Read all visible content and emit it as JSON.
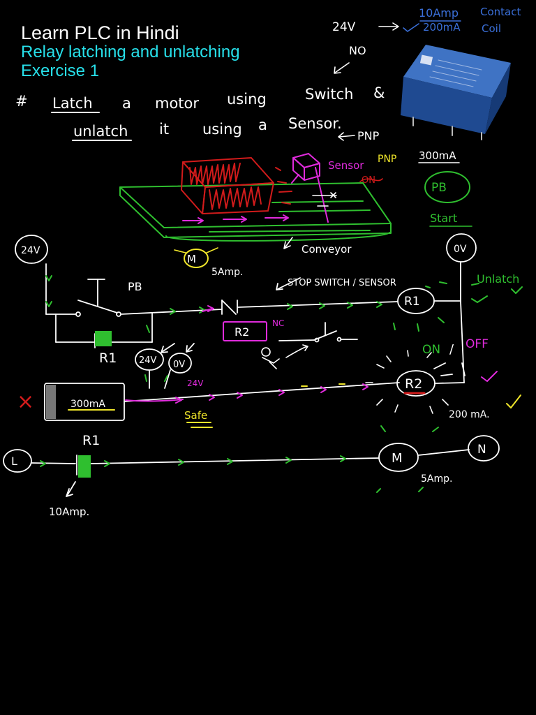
{
  "header": {
    "title": "Learn PLC in Hindi",
    "subtitle": "Relay latching and unlatching",
    "exercise": "Exercise 1"
  },
  "task": {
    "hash": "#",
    "w_latch": "Latch",
    "w_a": "a",
    "w_motor": "motor",
    "w_using": "using",
    "w_switch": "Switch",
    "w_and": "&",
    "w_unlatch": "unlatch",
    "w_it": "it",
    "w_using2": "using",
    "w_a2": "a",
    "w_sensor": "Sensor."
  },
  "relay_notes": {
    "v24": "24V",
    "amp10": "10Amp",
    "ma200": "200mA",
    "contact": "Contact",
    "coil": "Coil",
    "no": "NO",
    "pnp": "PNP"
  },
  "conveyor": {
    "sensor": "Sensor",
    "pnp": "PNP",
    "on": "ON",
    "ma300": "300mA",
    "pb": "PB",
    "start": "Start",
    "motor": "M",
    "amp5": "5Amp.",
    "conveyor": "Conveyor"
  },
  "rung1": {
    "v24": "24V",
    "v0": "0V",
    "pb": "PB",
    "stop": "STOP SWITCH / SENSOR",
    "unlatch": "Unlatch",
    "r1": "R1",
    "r2": "R2",
    "nc": "NC",
    "r1_contact": "R1"
  },
  "rung2": {
    "v24": "24V",
    "v0": "0V",
    "v24b": "24V",
    "ma300": "300mA",
    "safe": "Safe",
    "r2": "R2",
    "on": "ON",
    "slash": "/",
    "off": "OFF",
    "ma200": "200 mA.",
    "x": "×"
  },
  "rung3": {
    "r1": "R1",
    "l": "L",
    "m": "M",
    "n": "N",
    "amp5": "5Amp.",
    "amp10": "10Amp."
  },
  "colors": {
    "white": "#ffffff",
    "green": "#2fbf2f",
    "magenta": "#e02bdc",
    "red": "#d11b1b",
    "yellow": "#f0e62a",
    "cyan": "#27e0ea",
    "blue_note": "#3a6fd8",
    "relay_blue": "#2a5aa6"
  }
}
